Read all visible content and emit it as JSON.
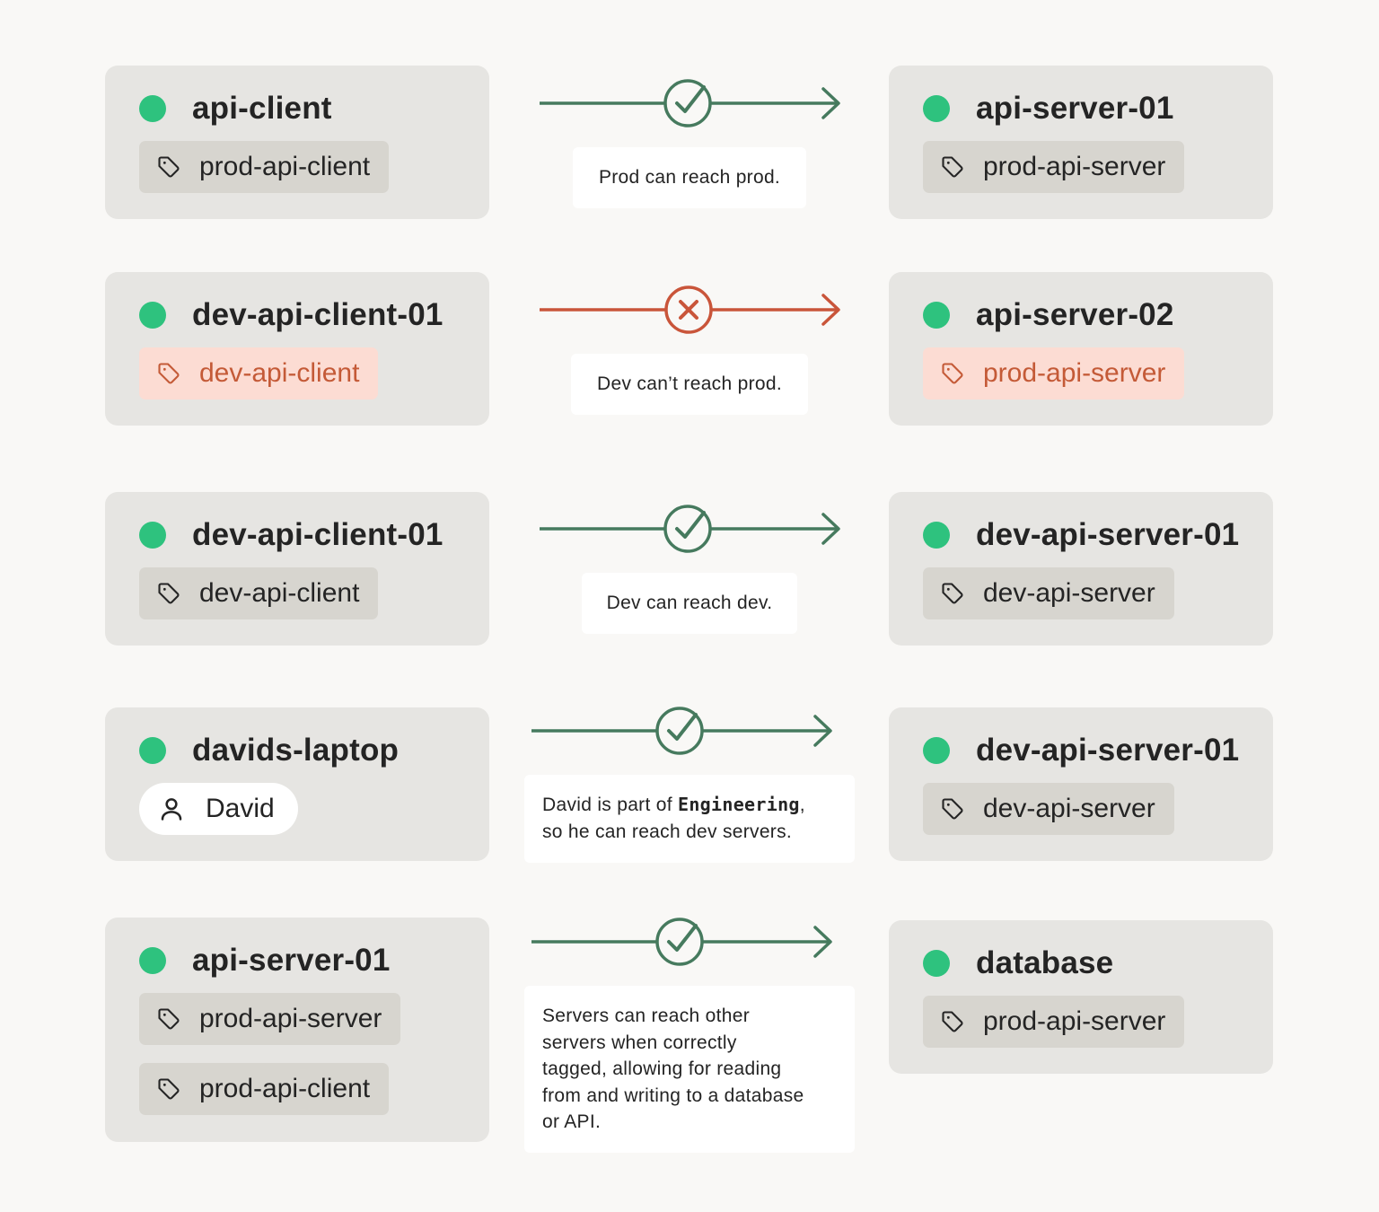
{
  "colors": {
    "ok": "#467a5e",
    "blocked": "#c9553a",
    "online": "#2ec27e",
    "card_bg": "#e6e5e2",
    "tag_bg": "#d7d5cf",
    "tag_warn_bg": "#fcdcd3",
    "tag_warn_text": "#c45a37"
  },
  "rows": [
    {
      "source": {
        "name": "api-client",
        "tags": [
          {
            "label": "prod-api-client",
            "kind": "tag-icon"
          }
        ]
      },
      "connection": {
        "status": "allowed",
        "icon": "check-circle-icon",
        "note": "Prod can reach prod."
      },
      "target": {
        "name": "api-server-01",
        "tags": [
          {
            "label": "prod-api-server",
            "kind": "tag-icon"
          }
        ]
      }
    },
    {
      "source": {
        "name": "dev-api-client-01",
        "tags": [
          {
            "label": "dev-api-client",
            "kind": "tag-icon",
            "highlight": true
          }
        ]
      },
      "connection": {
        "status": "blocked",
        "icon": "x-circle-icon",
        "note": "Dev can’t reach prod."
      },
      "target": {
        "name": "api-server-02",
        "tags": [
          {
            "label": "prod-api-server",
            "kind": "tag-icon",
            "highlight": true
          }
        ]
      }
    },
    {
      "source": {
        "name": "dev-api-client-01",
        "tags": [
          {
            "label": "dev-api-client",
            "kind": "tag-icon"
          }
        ]
      },
      "connection": {
        "status": "allowed",
        "icon": "check-circle-icon",
        "note": "Dev can reach dev."
      },
      "target": {
        "name": "dev-api-server-01",
        "tags": [
          {
            "label": "dev-api-server",
            "kind": "tag-icon"
          }
        ]
      }
    },
    {
      "source": {
        "name": "davids-laptop",
        "tags": [
          {
            "label": "David",
            "kind": "user-icon"
          }
        ]
      },
      "connection": {
        "status": "allowed",
        "icon": "check-circle-icon",
        "note_parts": {
          "before": "David is part of ",
          "code": "Engineering",
          "after": ",",
          "line2": "so he can reach dev servers."
        }
      },
      "target": {
        "name": "dev-api-server-01",
        "tags": [
          {
            "label": "dev-api-server",
            "kind": "tag-icon"
          }
        ]
      }
    },
    {
      "source": {
        "name": "api-server-01",
        "tags": [
          {
            "label": "prod-api-server",
            "kind": "tag-icon"
          },
          {
            "label": "prod-api-client",
            "kind": "tag-icon"
          }
        ]
      },
      "connection": {
        "status": "allowed",
        "icon": "check-circle-icon",
        "note_lines": [
          "Servers can reach other",
          "servers when correctly",
          "tagged, allowing for reading",
          "from and writing to a database",
          "or API."
        ]
      },
      "target": {
        "name": "database",
        "tags": [
          {
            "label": "prod-api-server",
            "kind": "tag-icon"
          }
        ]
      }
    }
  ]
}
